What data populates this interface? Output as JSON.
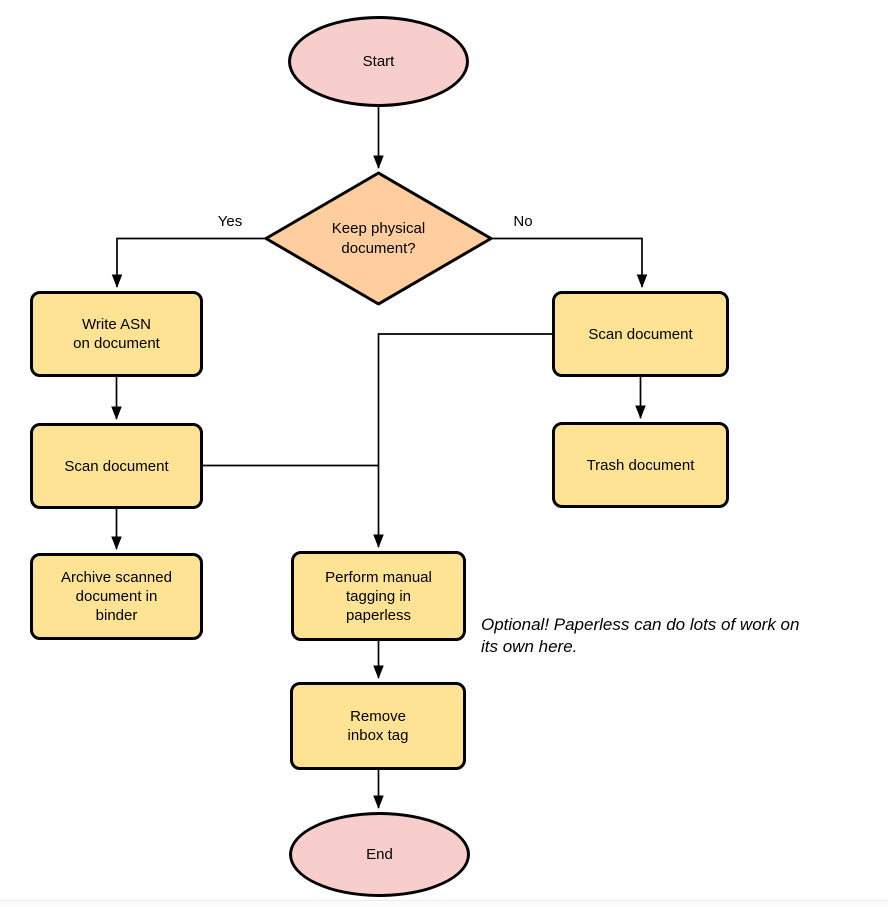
{
  "colors": {
    "terminal_fill": "#f8cecc",
    "decision_fill": "#ffcd9e",
    "process_fill": "#ffe394",
    "stroke": "#000000"
  },
  "nodes": {
    "start": {
      "label": "Start",
      "type": "terminal"
    },
    "decision": {
      "label": "Keep physical\ndocument?",
      "type": "decision"
    },
    "write_asn": {
      "label": "Write ASN\non document",
      "type": "process"
    },
    "scan_left": {
      "label": "Scan document",
      "type": "process"
    },
    "archive": {
      "label": "Archive scanned\ndocument in\nbinder",
      "type": "process"
    },
    "scan_right": {
      "label": "Scan document",
      "type": "process"
    },
    "trash": {
      "label": "Trash document",
      "type": "process"
    },
    "tagging": {
      "label": "Perform manual\ntagging in\npaperless",
      "type": "process"
    },
    "remove_inbox": {
      "label": "Remove\ninbox tag",
      "type": "process"
    },
    "end": {
      "label": "End",
      "type": "terminal"
    }
  },
  "edge_labels": {
    "yes": "Yes",
    "no": "No"
  },
  "edges": [
    {
      "from": "start",
      "to": "decision",
      "label": ""
    },
    {
      "from": "decision",
      "to": "write_asn",
      "label": "Yes"
    },
    {
      "from": "decision",
      "to": "scan_right",
      "label": "No"
    },
    {
      "from": "write_asn",
      "to": "scan_left",
      "label": ""
    },
    {
      "from": "scan_left",
      "to": "archive",
      "label": ""
    },
    {
      "from": "scan_left",
      "to": "tagging",
      "label": ""
    },
    {
      "from": "scan_right",
      "to": "tagging",
      "label": ""
    },
    {
      "from": "scan_right",
      "to": "trash",
      "label": ""
    },
    {
      "from": "tagging",
      "to": "remove_inbox",
      "label": ""
    },
    {
      "from": "remove_inbox",
      "to": "end",
      "label": ""
    }
  ],
  "annotation": {
    "text": "Optional! Paperless can do lots of work on\nits own here."
  }
}
